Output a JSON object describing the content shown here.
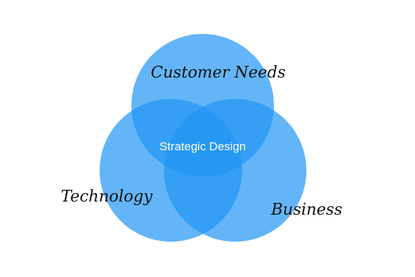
{
  "diagram": {
    "type": "venn",
    "colors": {
      "circle_fill": "#2196f3",
      "center_text": "#ffffff",
      "outer_text": "#111111",
      "background": "#ffffff"
    },
    "sets": [
      {
        "id": "customer-needs",
        "label": "Customer Needs"
      },
      {
        "id": "technology",
        "label": "Technology"
      },
      {
        "id": "business",
        "label": "Business"
      }
    ],
    "intersection_label": "Strategic Design"
  }
}
